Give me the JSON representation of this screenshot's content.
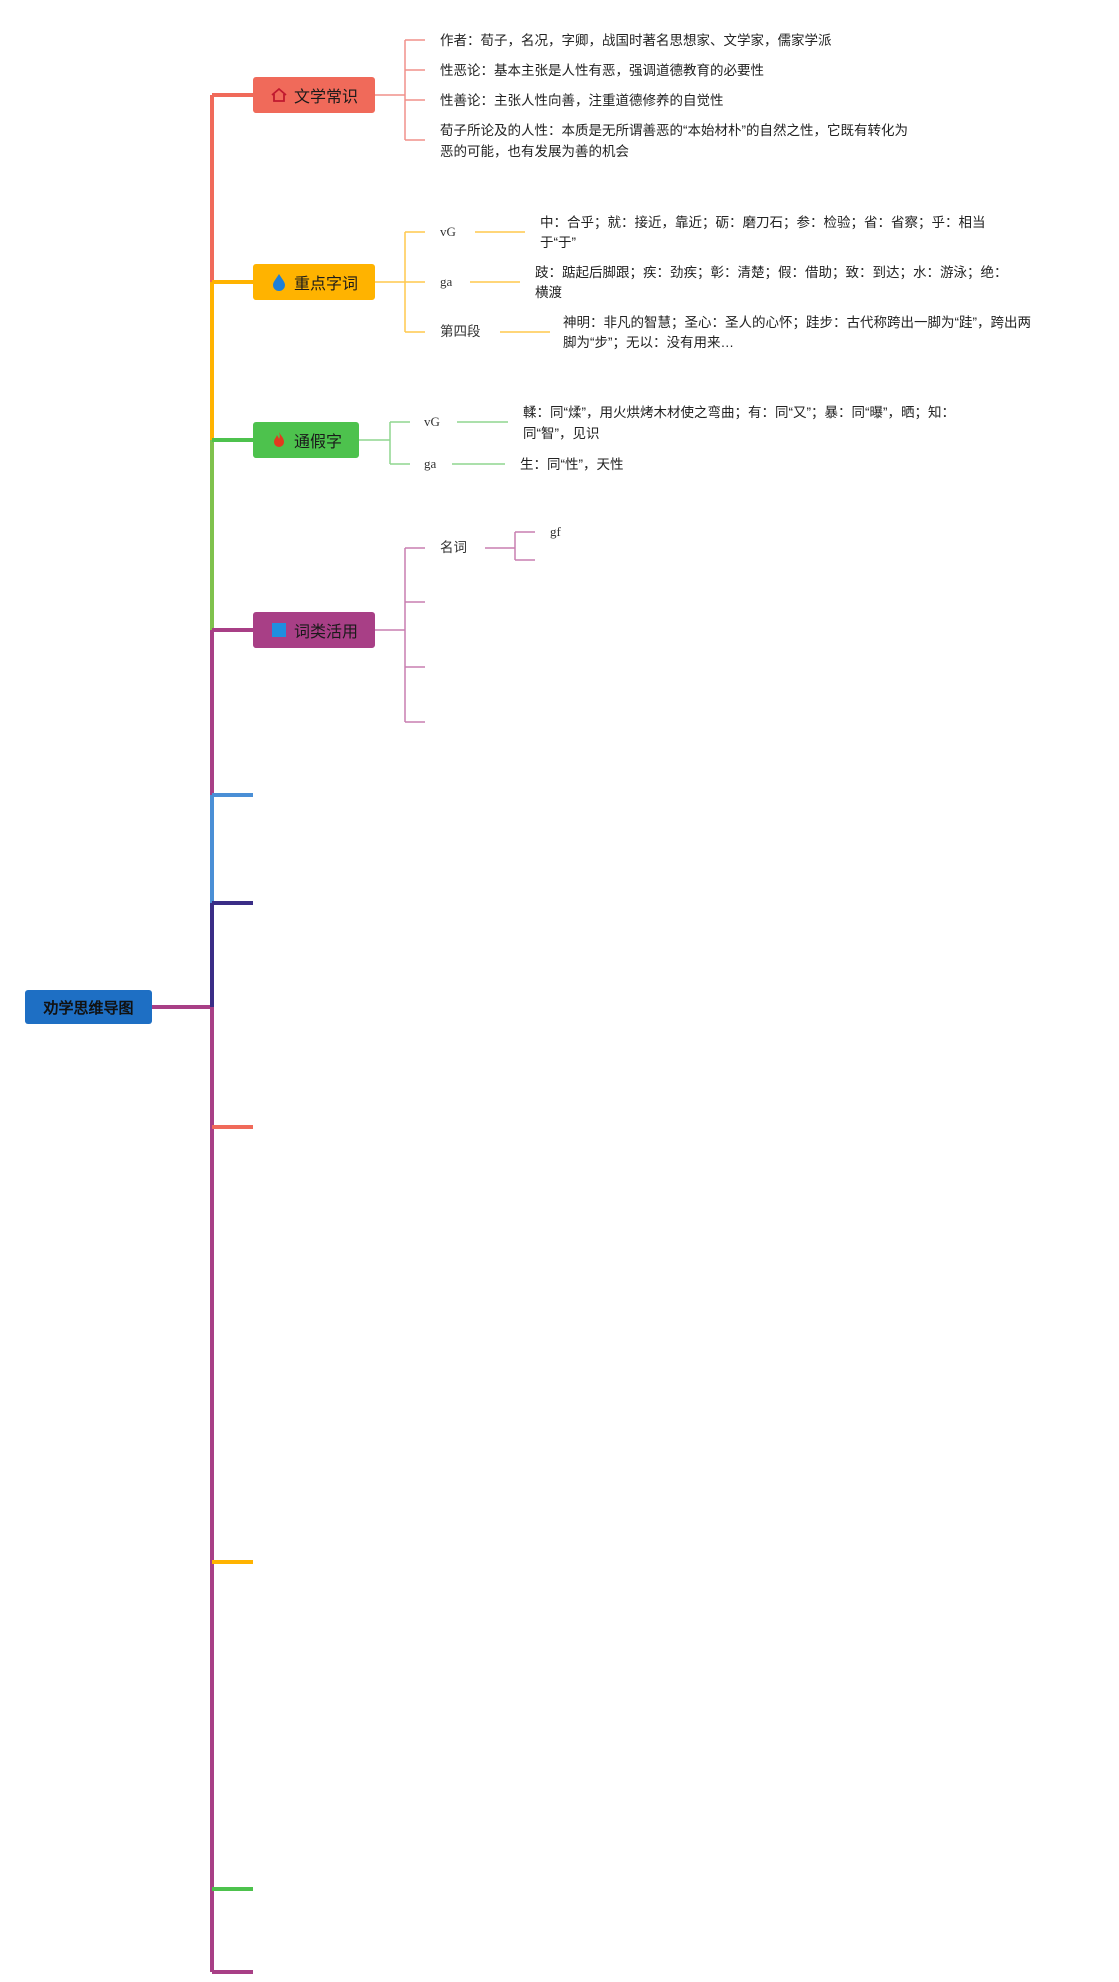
{
  "root": {
    "label": "劝学思维导图"
  },
  "colors": {
    "wenxue": "#f06a5a",
    "zhongdian": "#ffb300",
    "tongjia": "#4dc24d",
    "cilei": "#a83f86",
    "blue": "#4a8fd6",
    "navy": "#3a2d86",
    "root": "#1e6fc4"
  },
  "branches": {
    "wenxue": {
      "label": "文学常识",
      "icon": "house-icon",
      "items": [
        "作者：荀子，名况，字卿，战国时著名思想家、文学家，儒家学派",
        "性恶论：基本主张是人性有恶，强调道德教育的必要性",
        "性善论：主张人性向善，注重道德修养的自觉性",
        "荀子所论及的人性：本质是无所谓善恶的“本始材朴”的自然之性，它既有转化为",
        "恶的可能，也有发展为善的机会"
      ]
    },
    "zhongdian": {
      "label": "重点字词",
      "icon": "drop-icon",
      "groups": [
        {
          "label": "vG",
          "lines": [
            "中：合乎；就：接近，靠近；砺：磨刀石；参：检验；省：省察；乎：相当",
            "于“于”"
          ]
        },
        {
          "label": "ga",
          "lines": [
            "跂：踮起后脚跟；疾：劲疾；彰：清楚；假：借助；致：到达；水：游泳；绝：",
            "横渡"
          ]
        },
        {
          "label": "第四段",
          "lines": [
            "神明：非凡的智慧；圣心：圣人的心怀；跬步：古代称跨出一脚为“跬”，跨出两",
            "脚为“步”；无以：没有用来…"
          ]
        }
      ]
    },
    "tongjia": {
      "label": "通假字",
      "icon": "fire-icon",
      "groups": [
        {
          "label": "vG",
          "lines": [
            "輮：同“煣”，用火烘烤木材使之弯曲；有：同“又”；暴：同“曝”，晒；知：",
            "同“智”，见识"
          ]
        },
        {
          "label": "ga",
          "lines": [
            "生：同“性”，天性"
          ]
        }
      ]
    },
    "cilei": {
      "label": "词类活用",
      "icon": "square-icon",
      "groups": [
        {
          "label": "名词",
          "child": "gf"
        }
      ]
    }
  }
}
